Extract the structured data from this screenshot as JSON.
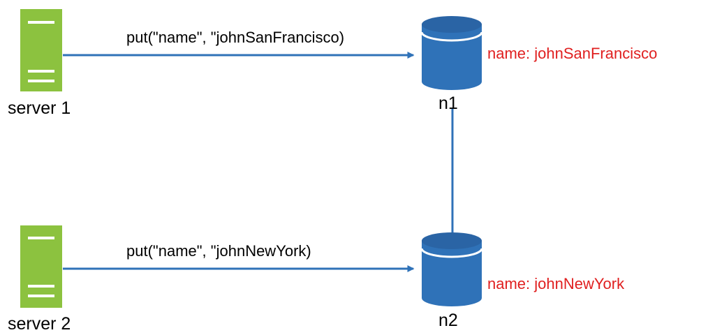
{
  "colors": {
    "server_fill": "#8cc23f",
    "server_stripe": "#ffffff",
    "db_body": "#2f72b8",
    "db_top": "#2a64a5",
    "db_rim": "#ffffff",
    "arrow": "#2f72b8",
    "value_text": "#e02020",
    "label_text": "#000000"
  },
  "servers": [
    {
      "id": "server1",
      "label": "server 1",
      "icon": "server-icon"
    },
    {
      "id": "server2",
      "label": "server 2",
      "icon": "server-icon"
    }
  ],
  "nodes": [
    {
      "id": "n1",
      "label": "n1",
      "value": "name: johnSanFrancisco",
      "icon": "database-icon"
    },
    {
      "id": "n2",
      "label": "n2",
      "value": "name: johnNewYork",
      "icon": "database-icon"
    }
  ],
  "requests": [
    {
      "from": "server1",
      "to": "n1",
      "label": "put(\"name\", \"johnSanFrancisco)"
    },
    {
      "from": "server2",
      "to": "n2",
      "label": "put(\"name\", \"johnNewYork)"
    }
  ],
  "links": [
    {
      "from": "n1",
      "to": "n2"
    }
  ]
}
